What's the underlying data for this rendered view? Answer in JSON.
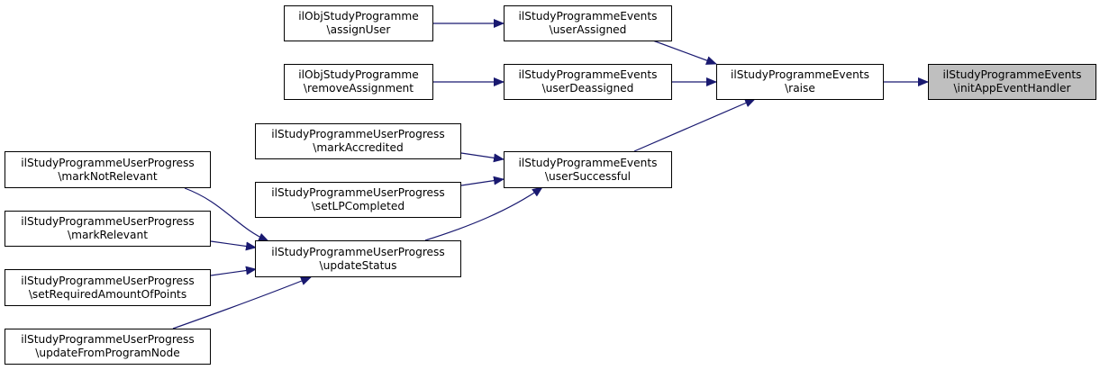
{
  "colors": {
    "edge": "#191970",
    "highlight": "#bfbfbf",
    "border": "#000000"
  },
  "nodes": {
    "init": {
      "l1": "ilStudyProgrammeEvents",
      "l2": "\\initAppEventHandler"
    },
    "raise": {
      "l1": "ilStudyProgrammeEvents",
      "l2": "\\raise"
    },
    "ua": {
      "l1": "ilStudyProgrammeEvents",
      "l2": "\\userAssigned"
    },
    "ud": {
      "l1": "ilStudyProgrammeEvents",
      "l2": "\\userDeassigned"
    },
    "us": {
      "l1": "ilStudyProgrammeEvents",
      "l2": "\\userSuccessful"
    },
    "assign": {
      "l1": "ilObjStudyProgramme",
      "l2": "\\assignUser"
    },
    "remove": {
      "l1": "ilObjStudyProgramme",
      "l2": "\\removeAssignment"
    },
    "accr": {
      "l1": "ilStudyProgrammeUserProgress",
      "l2": "\\markAccredited"
    },
    "lpc": {
      "l1": "ilStudyProgrammeUserProgress",
      "l2": "\\setLPCompleted"
    },
    "upd": {
      "l1": "ilStudyProgrammeUserProgress",
      "l2": "\\updateStatus"
    },
    "notrel": {
      "l1": "ilStudyProgrammeUserProgress",
      "l2": "\\markNotRelevant"
    },
    "rel": {
      "l1": "ilStudyProgrammeUserProgress",
      "l2": "\\markRelevant"
    },
    "req": {
      "l1": "ilStudyProgrammeUserProgress",
      "l2": "\\setRequiredAmountOfPoints"
    },
    "fromnode": {
      "l1": "ilStudyProgrammeUserProgress",
      "l2": "\\updateFromProgramNode"
    }
  }
}
